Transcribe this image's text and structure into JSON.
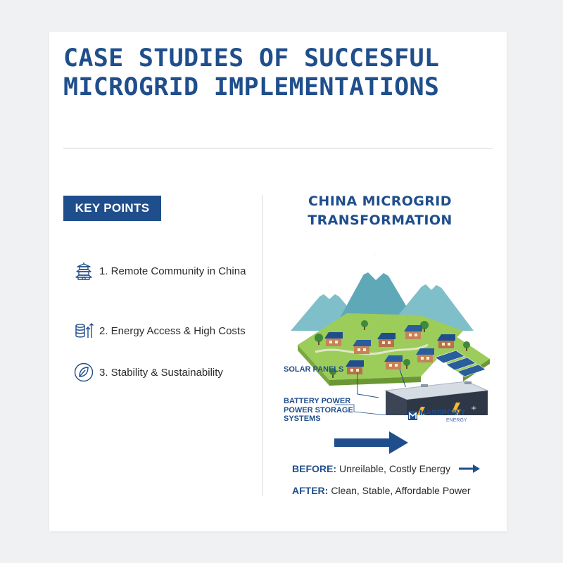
{
  "title": "CASE STUDIES OF SUCCESFUL MICROGRID IMPLEMENTATIONS",
  "key_points": {
    "badge": "KEY POINTS",
    "items": [
      {
        "label": "1. Remote Community in China",
        "icon": "pagoda-icon"
      },
      {
        "label": "2. Energy Access & High Costs",
        "icon": "coins-icon"
      },
      {
        "label": "3. Stability & Sustainability",
        "icon": "leaf-icon"
      }
    ]
  },
  "illustration": {
    "title_line1": "CHINA MICROGRID",
    "title_line2": "TRANSFORMATION",
    "callouts": {
      "solar_panels": "SOLAR PANELS",
      "battery_line1": "BATTERY POWER",
      "battery_line2": "POWER STORAGE",
      "battery_line3": "SYSTEMS"
    },
    "brand": {
      "name": "MASSPOINT",
      "sub": "ENERGY"
    }
  },
  "comparison": {
    "before_key": "BEFORE:",
    "before_text": "Unreilable, Costly Energy",
    "after_key": "AFTER:",
    "after_text": "Clean, Stable, Affordable Power"
  },
  "colors": {
    "accent": "#1f4e8c",
    "background": "#f0f1f3",
    "card": "#ffffff"
  }
}
